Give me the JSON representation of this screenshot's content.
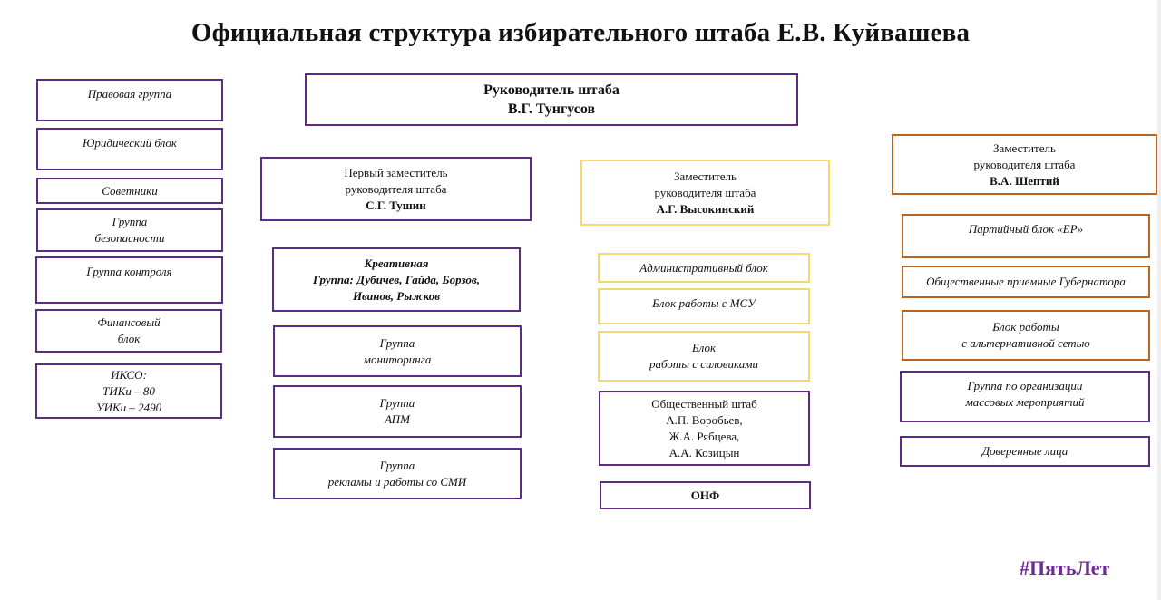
{
  "title": "Официальная структура избирательного штаба Е.В. Куйвашева",
  "head": {
    "line1": "Руководитель штаба",
    "line2": "В.Г. Тунгусов"
  },
  "left_column": [
    "Правовая группа",
    "Юридический блок",
    "Советники",
    "Группа\nбезопасности",
    "Группа контроля",
    "Финансовый\nблок",
    "ИКСО:\nТИКи – 80\nУИКи – 2490"
  ],
  "first_deputy": {
    "text": "Первый заместитель\nруководителя штаба",
    "name": "С.Г. Тушин"
  },
  "first_deputy_groups": {
    "creative": "Креативная\nГруппа: Дубичев, Гайда, Борзов,\nИванов, Рыжков",
    "monitoring": "Группа\nмониторинга",
    "apm": "Группа\nАПМ",
    "ads": "Группа\nрекламы и работы со СМИ"
  },
  "deputy_center": {
    "text": "Заместитель\nруководителя штаба",
    "name": "А.Г. Высокинский"
  },
  "deputy_center_groups": {
    "admin": "Административный блок",
    "msu": "Блок работы с МСУ",
    "security": "Блок\nработы с силовиками",
    "public_hq": "Общественный штаб\nА.П. Воробьев,\nЖ.А. Рябцева,\nА.А. Козицын",
    "onf": "ОНФ"
  },
  "deputy_right": {
    "text": "Заместитель\nруководителя штаба",
    "name": "В.А. Шептий"
  },
  "deputy_right_groups": {
    "party": "Партийный блок «ЕР»",
    "receptions": "Общественные приемные Губернатора",
    "alt_network": "Блок работы\nс альтернативной сетью",
    "events": "Группа по организации\nмассовых мероприятий",
    "trusted": "Доверенные  лица"
  },
  "hashtag": "#ПятьЛет",
  "colors": {
    "purple": "#5b2d82",
    "yellow": "#f4da6e",
    "orange": "#b8661f",
    "hashtag": "#6a2d91"
  }
}
